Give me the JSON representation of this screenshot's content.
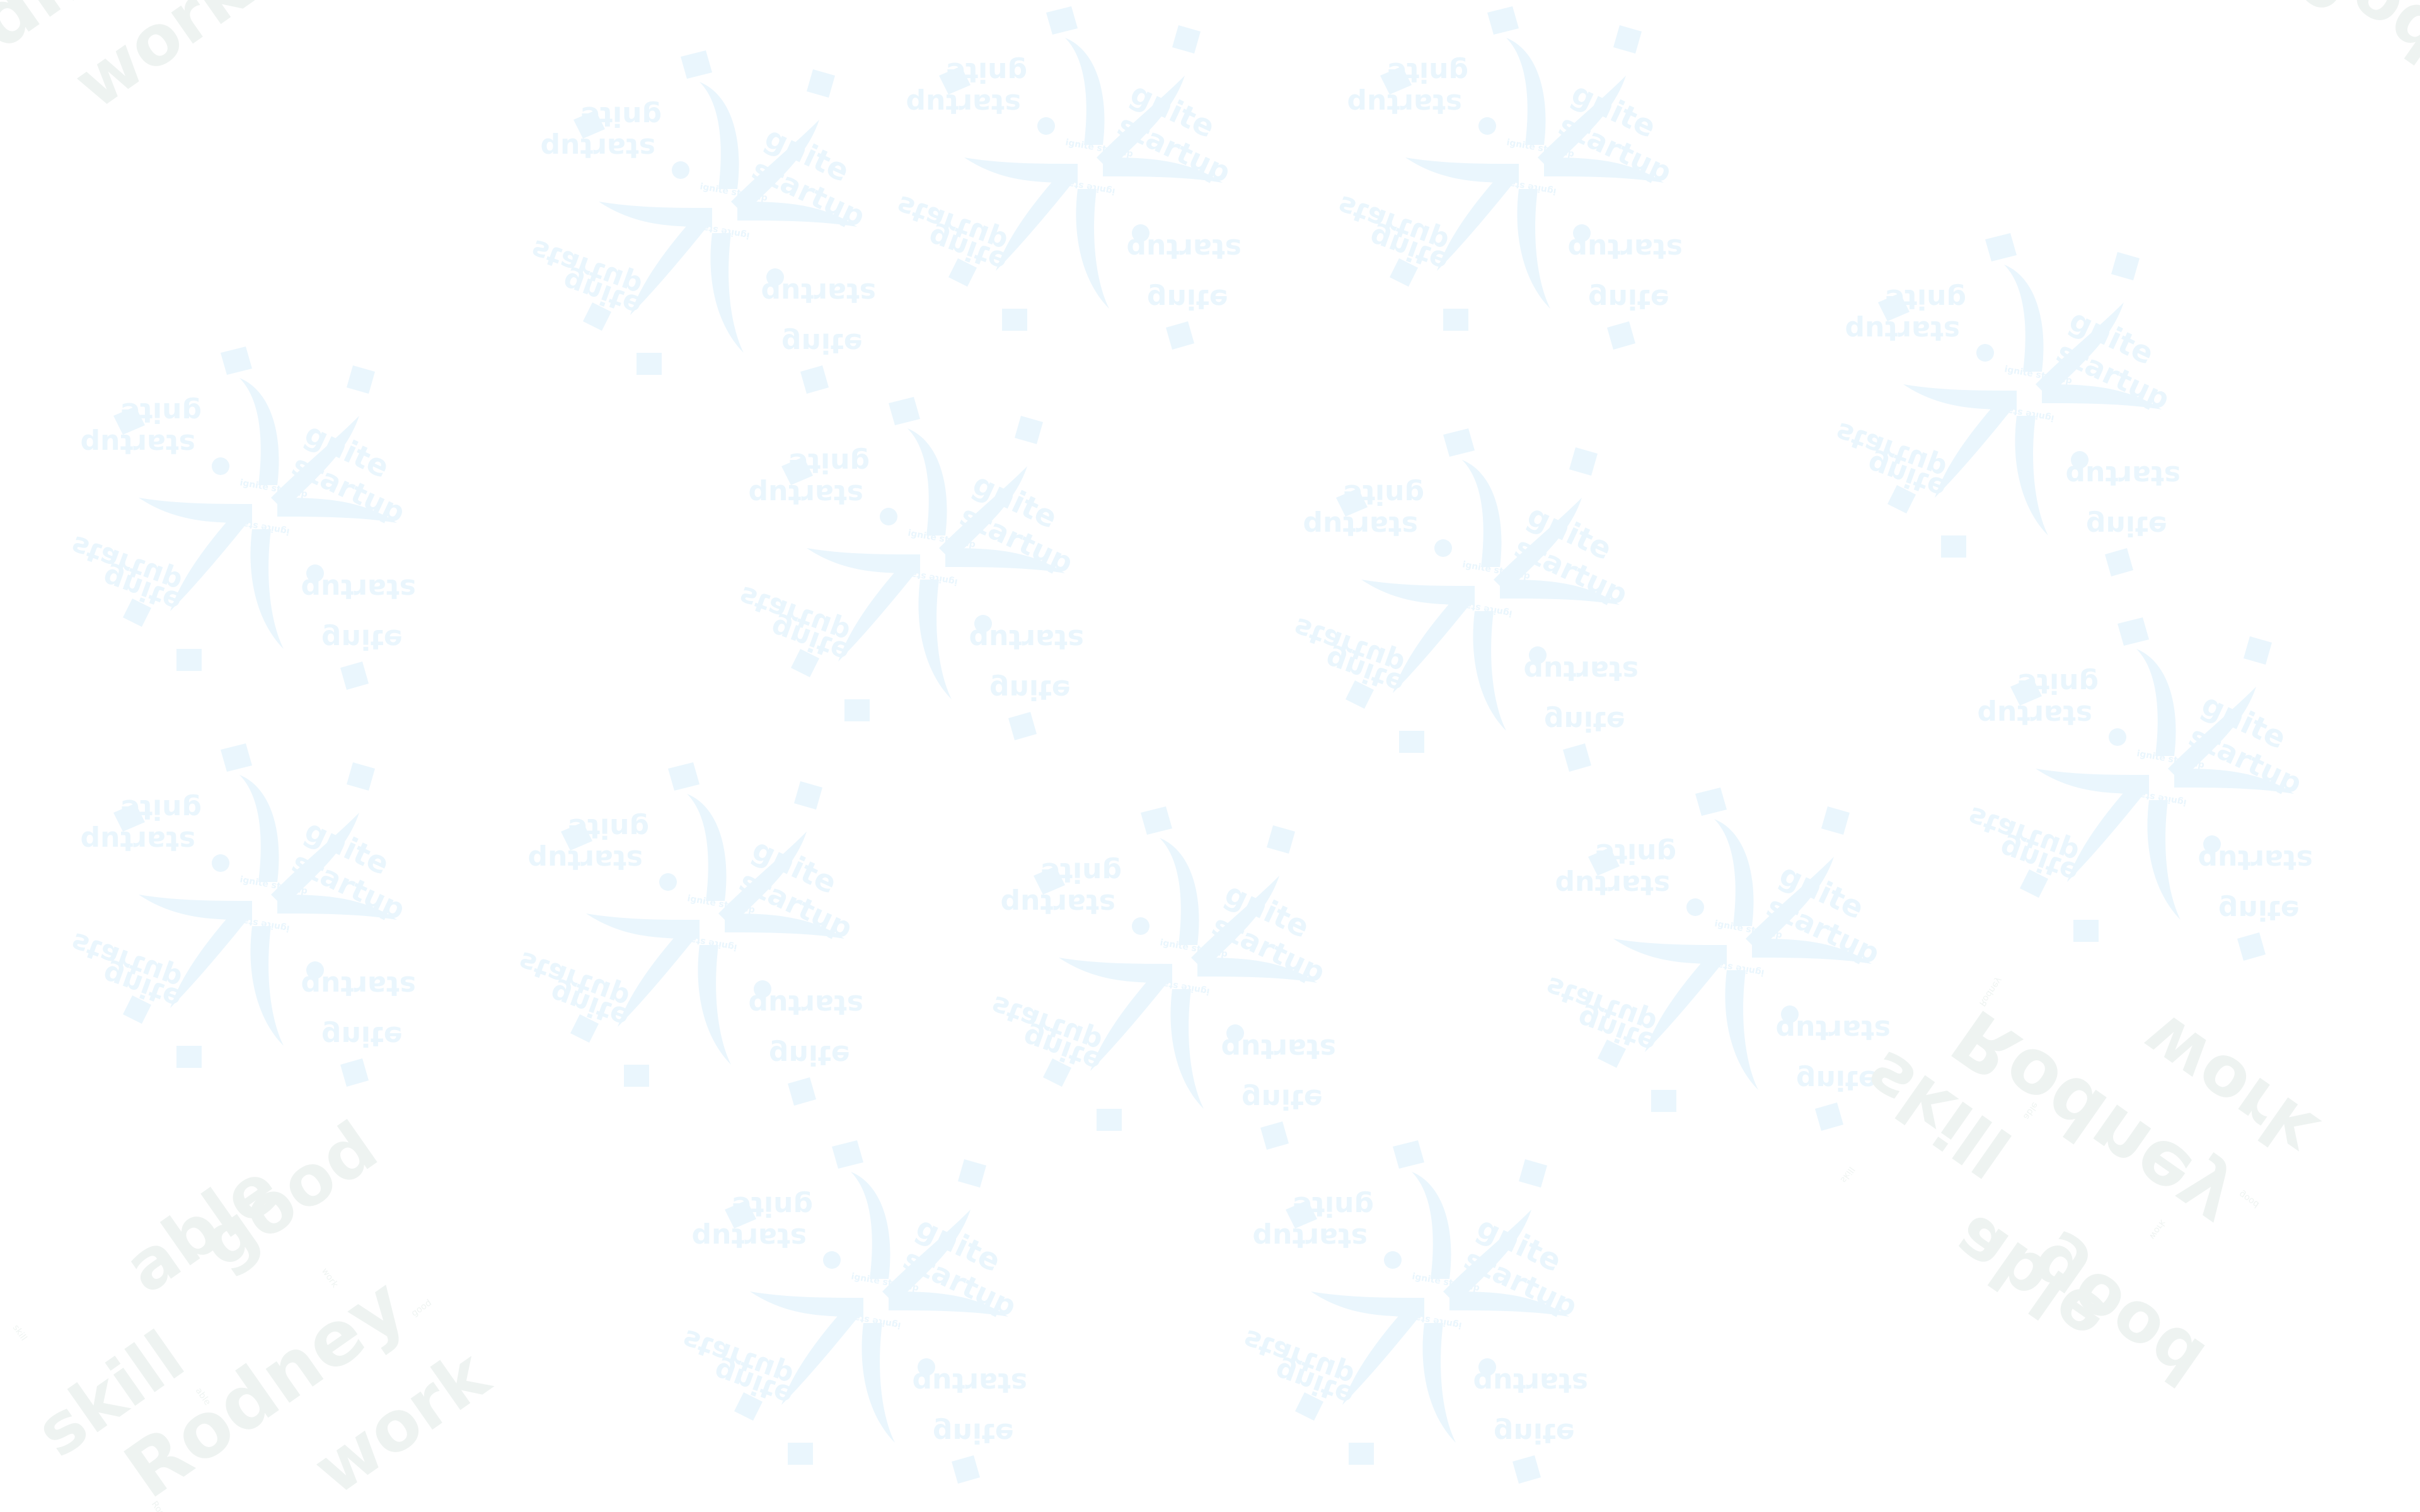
{
  "colors": {
    "background": "#ffffff",
    "logo_tint": "#eaf6fd",
    "cloud_tint": "#eef3f1"
  },
  "logo": {
    "icon": "ignite-startup-logo-icon",
    "word_ignite": "gnite",
    "word_startup": "startup",
    "mirror_ignite": "gnite",
    "mirror_startup": "startup",
    "small_text": "ignite startup"
  },
  "cloud": {
    "icon": "word-cloud-icon",
    "words": [
      "skill",
      "able",
      "good",
      "Rodney",
      "work"
    ]
  }
}
